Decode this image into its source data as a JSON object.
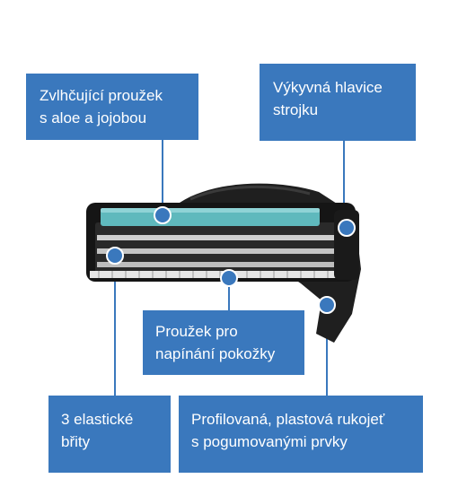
{
  "colors": {
    "callout_bg": "#3a78bd",
    "callout_text": "#ffffff",
    "moisture_strip": "#5fb9bd",
    "razor_body": "#1c1c1c",
    "blade_metal": "#c8c8c8"
  },
  "callouts": {
    "moisture_strip": {
      "line1": "Zvlhčující proužek",
      "line2": "s aloe a jojobou"
    },
    "pivoting_head": {
      "line1": "Výkyvná hlavice",
      "line2": "strojku"
    },
    "skin_stretch_strip": {
      "line1": "Proužek pro",
      "line2": "napínání pokožky"
    },
    "blades": {
      "line1": "3 elastické",
      "line2": "břity"
    },
    "handle": {
      "line1": "Profilovaná, plastová rukojeť",
      "line2": "s pogumovanými prvky"
    }
  }
}
